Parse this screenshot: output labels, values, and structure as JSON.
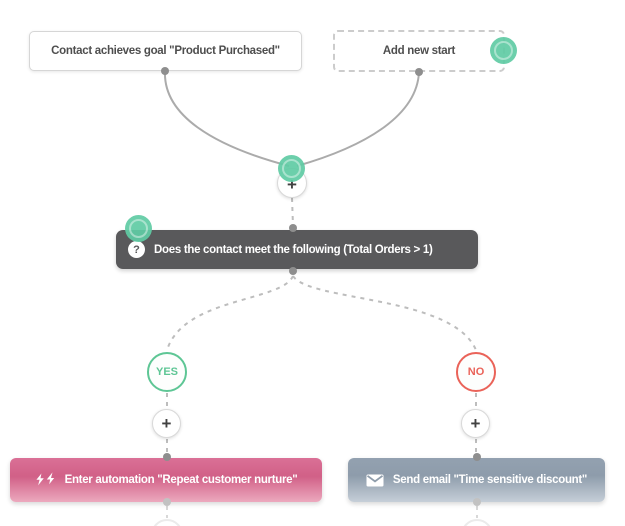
{
  "workflow": {
    "starts": {
      "goal": {
        "label": "Contact achieves goal \"Product Purchased\""
      },
      "add_new_start": {
        "label": "Add new start"
      }
    },
    "condition": {
      "icon": "?",
      "label": "Does the contact meet the following (Total Orders > 1)"
    },
    "branches": {
      "yes": {
        "label": "YES"
      },
      "no": {
        "label": "NO"
      }
    },
    "actions": {
      "automation": {
        "label": "Enter automation \"Repeat customer nurture\"",
        "icon": "automation-bolts"
      },
      "email": {
        "label": "Send email \"Time sensitive discount\"",
        "icon": "envelope"
      }
    },
    "add_node_button": {
      "label": "+"
    },
    "colors": {
      "handle_green": "#5fcba4",
      "yes_green": "#5ec695",
      "no_red": "#ea6359",
      "condition_gray": "#59595b",
      "automation_pink": "#d16087",
      "email_slate": "#8f9dab",
      "connector_gray": "#ababab"
    }
  }
}
